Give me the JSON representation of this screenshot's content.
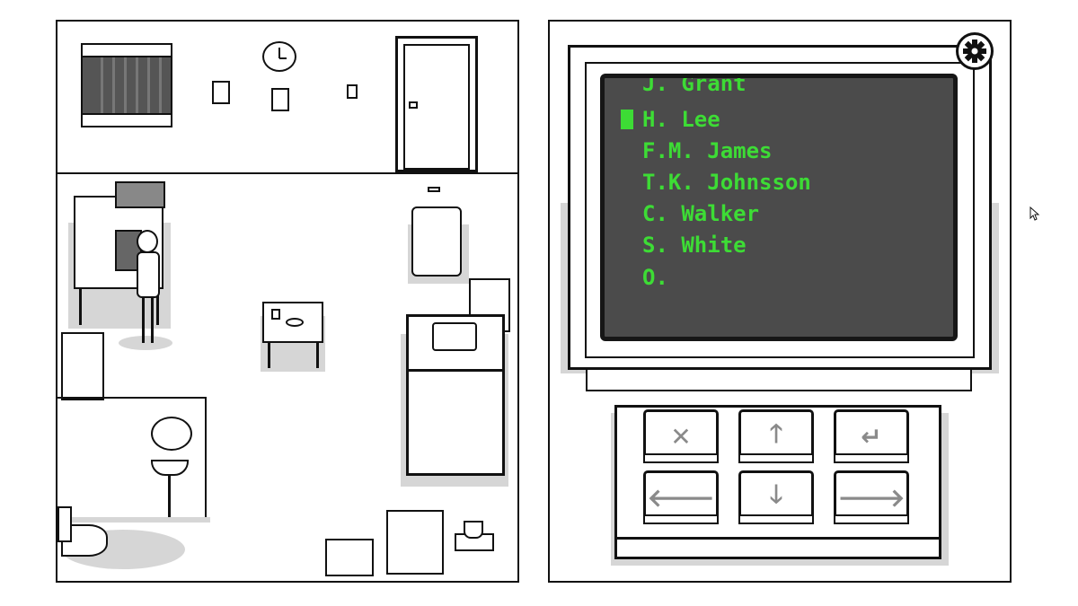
{
  "terminal": {
    "lines": [
      "J. Grant",
      "H. Lee",
      "F.M. James",
      "T.K. Johnsson",
      "C. Walker",
      "S. White",
      "O."
    ],
    "selected_index": 1,
    "text_color": "#3ddc35",
    "screen_color": "#4b4b4b"
  },
  "keypad": {
    "keys": [
      {
        "name": "cancel",
        "glyph": "✕"
      },
      {
        "name": "up",
        "glyph": "🡑"
      },
      {
        "name": "enter",
        "glyph": "↵"
      },
      {
        "name": "left",
        "glyph": "🡐"
      },
      {
        "name": "down",
        "glyph": "🡓"
      },
      {
        "name": "right",
        "glyph": "🡒"
      }
    ]
  },
  "icons": {
    "settings": "gear-icon",
    "cursor": "mouse-pointer-icon"
  }
}
